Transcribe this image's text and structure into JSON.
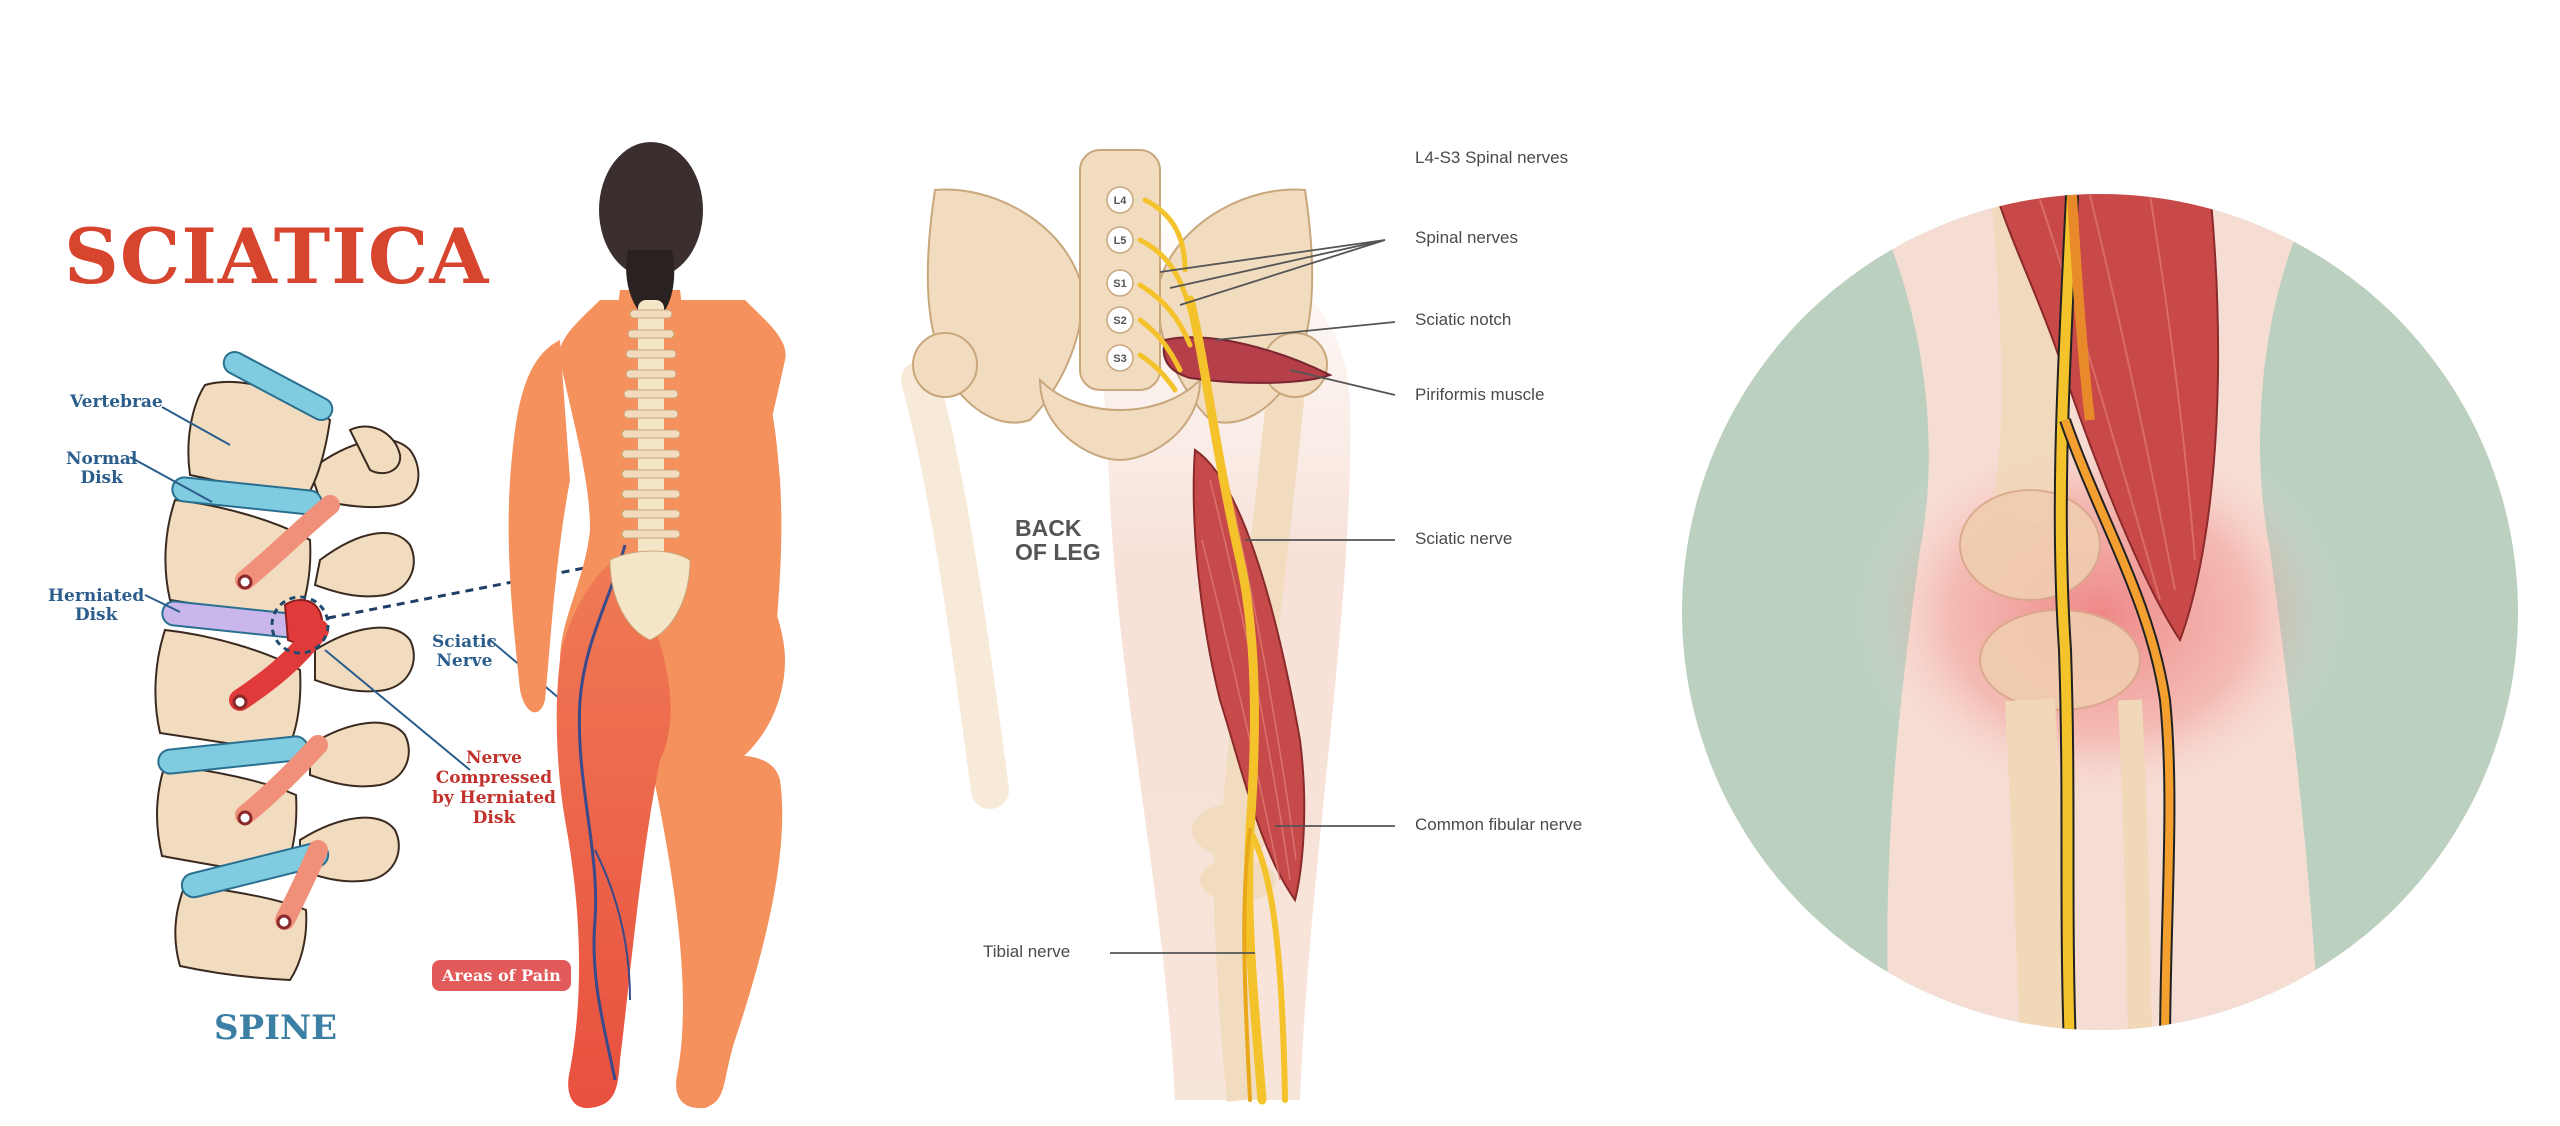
{
  "title": "SCIATICA",
  "spine_panel": {
    "subtitle": "SPINE",
    "labels": {
      "vertebrae": "Vertebrae",
      "normal_disk": "Normal\nDisk",
      "herniated_disk": "Herniated\nDisk",
      "sciatic_nerve": "Sciatic\nNerve",
      "nerve_compressed": "Nerve\nCompressed\nby Herniated\nDisk",
      "areas_of_pain": "Areas of Pain"
    }
  },
  "leg_panel": {
    "heading": "BACK\nOF LEG",
    "vertebra_levels": [
      "L4",
      "L5",
      "S1",
      "S2",
      "S3"
    ],
    "labels": {
      "l4_s3": "L4-S3 Spinal nerves",
      "spinal_nerves": "Spinal nerves",
      "sciatic_notch": "Sciatic notch",
      "piriformis": "Piriformis muscle",
      "sciatic_nerve": "Sciatic nerve",
      "common_fibular": "Common fibular nerve",
      "tibial": "Tibial nerve"
    }
  },
  "colors": {
    "title_red": "#d8452f",
    "label_blue": "#2b5d8c",
    "label_red": "#c0322b",
    "bone": "#f1dcc0",
    "skin": "#f4915c",
    "pain_red": "#e04a3c",
    "disk_blue": "#7fcbe0",
    "nerve_yellow": "#f4c22b",
    "muscle": "#c74a4a",
    "circle_green": "#bcd0c0"
  }
}
